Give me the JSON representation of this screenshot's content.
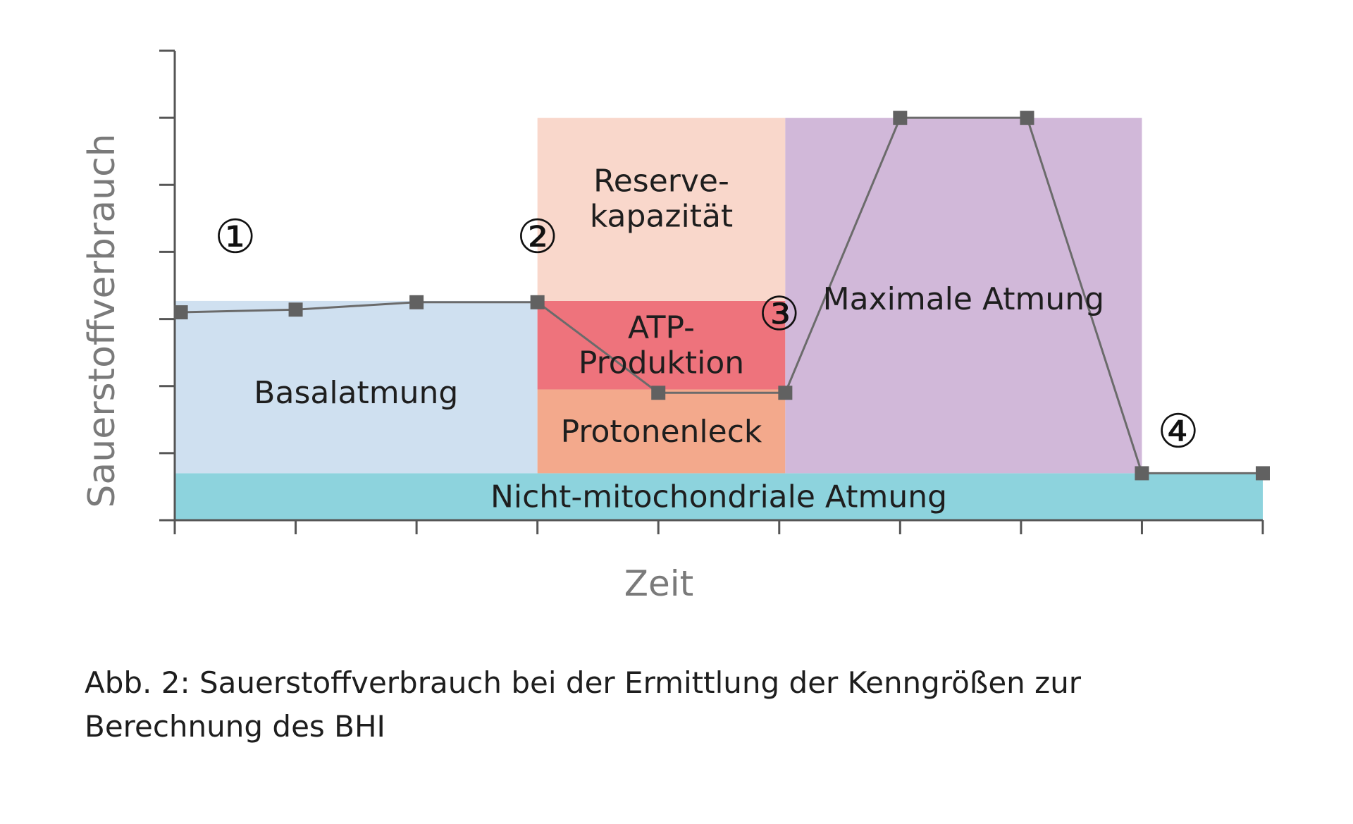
{
  "chart_data": {
    "type": "line",
    "xlabel": "Zeit",
    "ylabel": "Sauerstoffverbrauch",
    "xlim": [
      0,
      9
    ],
    "ylim": [
      0,
      7
    ],
    "x_ticks": 10,
    "y_ticks": 8,
    "series": [
      {
        "points": [
          [
            0.05,
            3.1
          ],
          [
            1.0,
            3.14
          ],
          [
            2.0,
            3.25
          ],
          [
            3.0,
            3.25
          ],
          [
            4.0,
            1.9
          ],
          [
            5.05,
            1.9
          ],
          [
            6.0,
            6.0
          ],
          [
            7.05,
            6.0
          ],
          [
            8.0,
            0.7
          ],
          [
            9.0,
            0.7
          ]
        ]
      }
    ],
    "regions": [
      {
        "label": "Nicht-mitochondriale Atmung",
        "x0": 0,
        "x1": 9,
        "y0": 0,
        "y1": 0.7,
        "color": "#8dd3dd"
      },
      {
        "label": "Basalatmung",
        "x0": 0,
        "x1": 3,
        "y0": 0.7,
        "y1": 3.27,
        "color": "#cfe0f0"
      },
      {
        "label": "Protonenleck",
        "x0": 3,
        "x1": 5.05,
        "y0": 0.7,
        "y1": 1.95,
        "color": "#f3a98c"
      },
      {
        "label": "ATP-\nProduktion",
        "x0": 3,
        "x1": 5.05,
        "y0": 1.95,
        "y1": 3.27,
        "color": "#ee737c"
      },
      {
        "label": "Reserve-\nkapazität",
        "x0": 3,
        "x1": 5.05,
        "y0": 3.27,
        "y1": 6.0,
        "color": "#f9d7cb"
      },
      {
        "label": "Maximale Atmung",
        "x0": 5.05,
        "x1": 8.0,
        "y0": 0.7,
        "y1": 6.0,
        "color": "#d1b8d9"
      }
    ],
    "annotations": [
      {
        "text": "①",
        "x": 0.5,
        "y": 4.2
      },
      {
        "text": "②",
        "x": 3.0,
        "y": 4.2
      },
      {
        "text": "③",
        "x": 5.0,
        "y": 3.05
      },
      {
        "text": "④",
        "x": 8.3,
        "y": 1.3
      }
    ],
    "colors": {
      "line": "#6b6b6b",
      "marker": "#616161",
      "axis": "#555555",
      "label": "#7a7a7a"
    }
  },
  "caption": {
    "line1": "Abb. 2: Sauerstoffverbrauch bei der Ermittlung der Kenngrößen zur",
    "line2": "Berechnung des BHI"
  }
}
